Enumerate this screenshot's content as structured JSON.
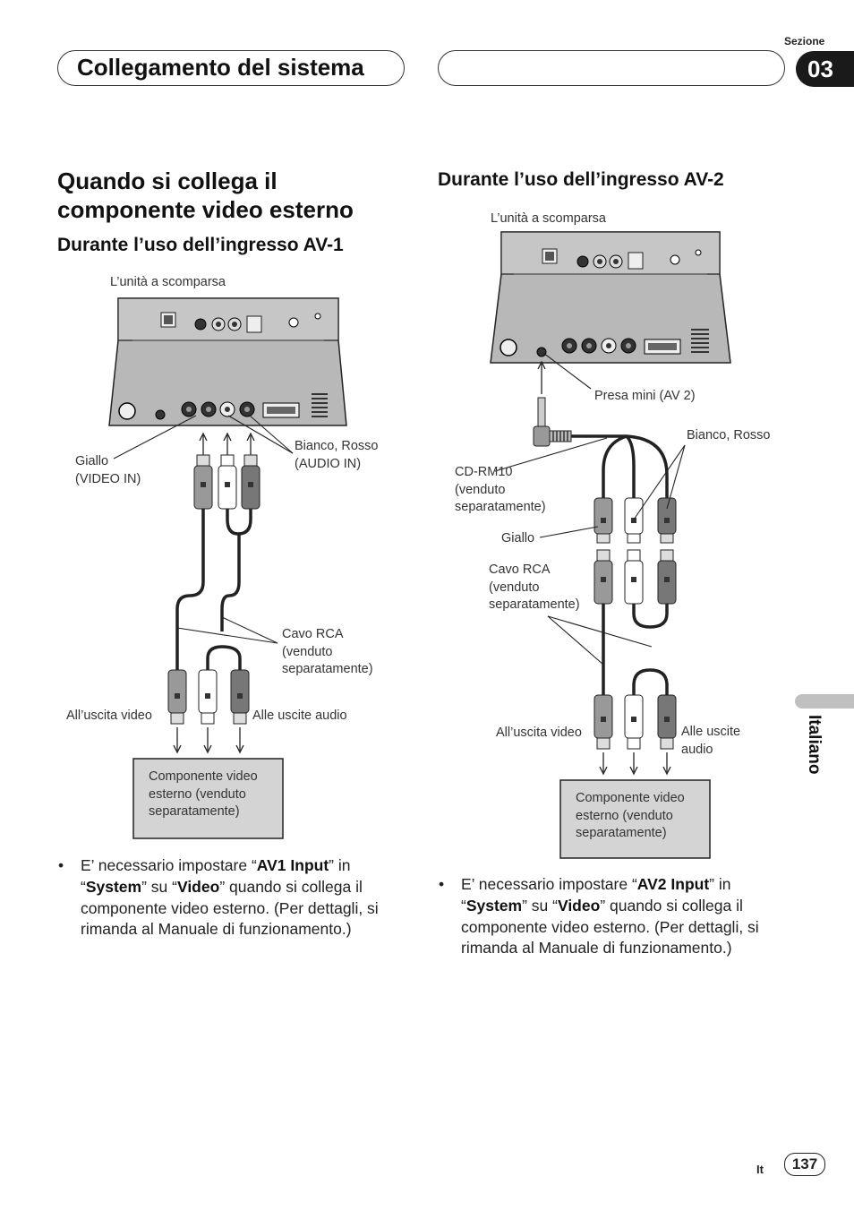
{
  "header": {
    "section_label": "Sezione",
    "section_number": "03",
    "title": "Collegamento del sistema"
  },
  "sidebar": {
    "language": "Italiano"
  },
  "main_title": {
    "line1": "Quando si collega il",
    "line2": "componente video esterno"
  },
  "av1": {
    "heading": "Durante l’uso dell’ingresso AV-1",
    "unit_label": "L’unità a scomparsa",
    "yellow_label_1": "Giallo",
    "yellow_label_2": "(VIDEO IN)",
    "white_red_label_1": "Bianco, Rosso",
    "white_red_label_2": "(AUDIO IN)",
    "rca_label_1": "Cavo RCA",
    "rca_label_2": "(venduto",
    "rca_label_3": "separatamente)",
    "video_out_label": "All’uscita video",
    "audio_out_label": "Alle uscite audio",
    "component_box": "Componente video esterno (venduto separatamente)",
    "note": {
      "p1": "E’ necessario impostare “",
      "b1": "AV1 Input",
      "p2": "” in “",
      "b2": "System",
      "p3": "” su “",
      "b3": "Video",
      "p4": "” quando si collega il componente video esterno. (Per dettagli, si rimanda al Manuale di funzionamento.)"
    }
  },
  "av2": {
    "heading": "Durante l’uso dell’ingresso AV-2",
    "unit_label": "L’unità a scomparsa",
    "mini_jack_label": "Presa mini (AV 2)",
    "white_red_label": "Bianco, Rosso",
    "cd_rm_1": "CD-RM10",
    "cd_rm_2": "(venduto",
    "cd_rm_3": "separatamente)",
    "yellow_label": "Giallo",
    "rca_label_1": "Cavo RCA",
    "rca_label_2": "(venduto",
    "rca_label_3": "separatamente)",
    "video_out_label": "All’uscita video",
    "audio_out_label_1": "Alle uscite",
    "audio_out_label_2": "audio",
    "component_box": "Componente video esterno (venduto separatamente)",
    "note": {
      "p1": "E’ necessario impostare “",
      "b1": "AV2 Input",
      "p2": "” in “",
      "b2": "System",
      "p3": "” su “",
      "b3": "Video",
      "p4": "” quando si collega il componente video esterno. (Per dettagli, si rimanda al Manuale di funzionamento.)"
    }
  },
  "footer": {
    "lang_code": "It",
    "page_number": "137"
  }
}
